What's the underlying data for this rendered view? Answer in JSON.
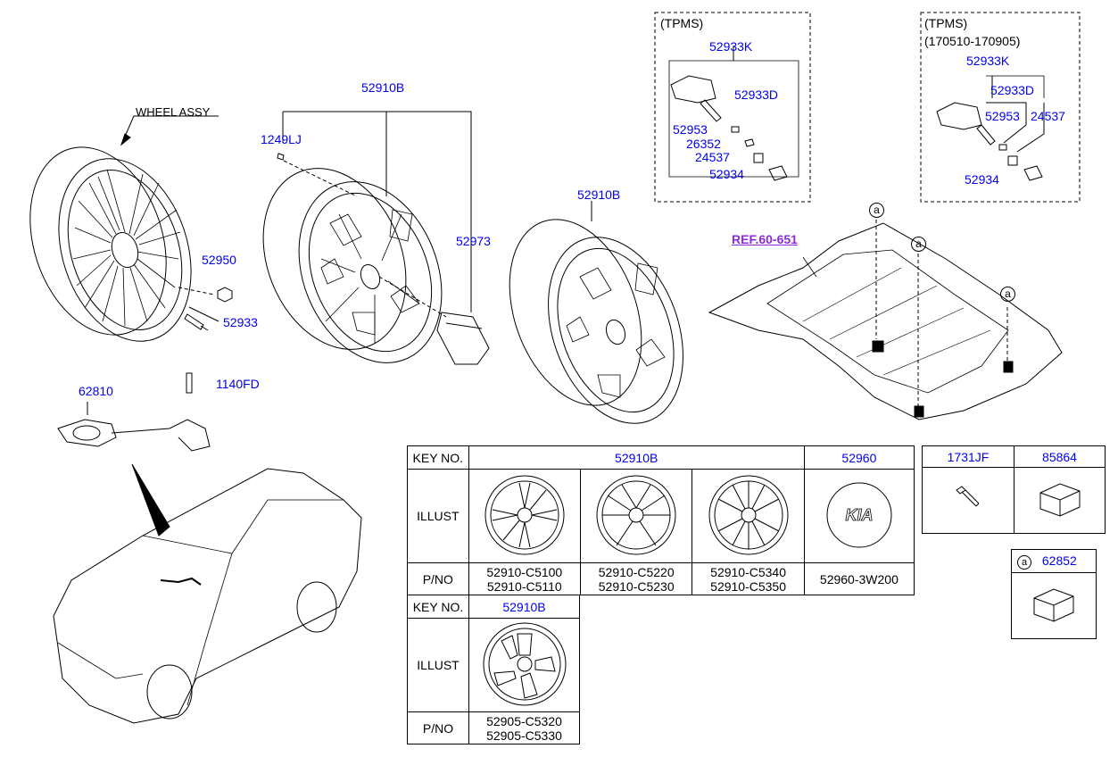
{
  "labels": {
    "tpms_1": "(TPMS)",
    "tpms_2": "(TPMS)",
    "tpms_range": "(170510-170905)",
    "wheel_assy": "WHEEL ASSY",
    "p_52910B_a": "52910B",
    "p_52910B_b": "52910B",
    "p_1249LJ": "1249LJ",
    "p_52973": "52973",
    "p_52950": "52950",
    "p_52933": "52933",
    "p_1140FD": "1140FD",
    "p_62810": "62810",
    "p_52933K_a": "52933K",
    "p_52933D_a": "52933D",
    "p_52953_a": "52953",
    "p_26352": "26352",
    "p_24537_a": "24537",
    "p_52934_a": "52934",
    "p_52933K_b": "52933K",
    "p_52933D_b": "52933D",
    "p_52953_b": "52953",
    "p_24537_b": "24537",
    "p_52934_b": "52934",
    "ref": "REF.60-651",
    "circle_a": "a"
  },
  "table1": {
    "key_no": "KEY NO.",
    "illust": "ILLUST",
    "pno": "P/NO",
    "head_52910B": "52910B",
    "head_52960": "52960",
    "pn1a": "52910-C5100",
    "pn1b": "52910-C5110",
    "pn2a": "52910-C5220",
    "pn2b": "52910-C5230",
    "pn3a": "52910-C5340",
    "pn3b": "52910-C5350",
    "pn4": "52960-3W200",
    "logo_text": "KIA"
  },
  "table2": {
    "key_no": "KEY NO.",
    "illust": "ILLUST",
    "pno": "P/NO",
    "head": "52910B",
    "pn_a": "52905-C5320",
    "pn_b": "52905-C5330"
  },
  "table3": {
    "h1": "1731JF",
    "h2": "85864"
  },
  "table4": {
    "circle": "a",
    "h": "62852"
  }
}
